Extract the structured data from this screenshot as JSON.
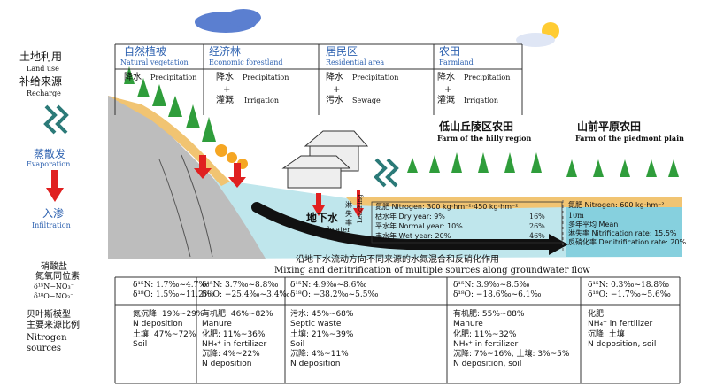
{
  "left_labels": {
    "land_use_zh": "土地利用",
    "land_use_en": "Land use",
    "recharge_zh": "补给来源",
    "recharge_en": "Recharge",
    "evaporation_zh": "蒸散发",
    "evaporation_en": "Evaporation",
    "infiltration_zh": "入渗",
    "infiltration_en": "Infiltration",
    "isotope_zh1": "硝酸盐",
    "isotope_zh2": "氮氧同位素",
    "isotope_n": "δ¹⁵N−NO₃⁻",
    "isotope_o": "δ¹⁸O−NO₃⁻",
    "bayes_zh1": "贝叶斯模型",
    "bayes_zh2": "主要来源比例",
    "bayes_en1": "Nitrogen",
    "bayes_en2": "sources"
  },
  "land_use": [
    {
      "zh": "自然植被",
      "en": "Natural vegetation",
      "r1_zh": "降水",
      "r1_en": "Precipitation",
      "plus": "",
      "r2_zh": "",
      "r2_en": ""
    },
    {
      "zh": "经济林",
      "en": "Economic forestland",
      "r1_zh": "降水",
      "r1_en": "Precipitation",
      "plus": "+",
      "r2_zh": "灌溉",
      "r2_en": "Irrigation"
    },
    {
      "zh": "居民区",
      "en": "Residential area",
      "r1_zh": "降水",
      "r1_en": "Precipitation",
      "plus": "+",
      "r2_zh": "污水",
      "r2_en": "Sewage"
    },
    {
      "zh": "农田",
      "en": "Farmland",
      "r1_zh": "降水",
      "r1_en": "Precipitation",
      "plus": "+",
      "r2_zh": "灌溉",
      "r2_en": "Irrigation"
    }
  ],
  "hilly_farm": {
    "zh": "低山丘陵区农田",
    "en": "Farm of the hilly region"
  },
  "piedmont_farm": {
    "zh": "山前平原农田",
    "en": "Farm of the piedmont plain"
  },
  "groundwater": {
    "zh": "地下水",
    "en": "Groundwater"
  },
  "leaching": {
    "zh1": "淋",
    "zh2": "失",
    "zh3": "率",
    "en": "Leaching"
  },
  "hilly_stats": {
    "nitrogen": "氮肥 Nitrogen: 300 kg·hm⁻²·450 kg·hm⁻²",
    "dry": "枯水年 Dry year: 9%",
    "dry_v": "16%",
    "normal": "平水年 Normal year: 10%",
    "normal_v": "26%",
    "wet": "丰水年 Wet year: 20%",
    "wet_v": "46%"
  },
  "piedmont_stats": {
    "nitrogen": "氮肥 Nitrogen: 600 kg·hm⁻²",
    "yr": "10m",
    "mean": "多年平均 Mean",
    "nitri": "淋失率 Nitrification rate: 15.5%",
    "denitri": "反硝化率 Denitrification rate: 20%"
  },
  "flow_caption": {
    "zh": "沿地下水流动方向不同来源的水氮混合和反硝化作用",
    "en": "Mixing and denitrification of multiple sources along groundwater flow"
  },
  "isotope_cells": [
    {
      "n": "δ¹⁵N: 1.7‰~4.7‰",
      "o": "δ¹⁸O: 1.5‰~11.2‰"
    },
    {
      "n": "δ¹⁵N: 3.7‰~8.8‰",
      "o": "δ¹⁸O: −25.4‰~3.4‰"
    },
    {
      "n": "δ¹⁵N: 4.9‰~8.6‰",
      "o": "δ¹⁸O: −38.2‰~5.5‰"
    },
    {
      "n": "δ¹⁵N: 3.9‰~8.5‰",
      "o": "δ¹⁸O: −18.6‰~6.1‰"
    },
    {
      "n": "δ¹⁵N: 0.3‰~18.8‰",
      "o": "δ¹⁸O: −1.7‰~5.6‰"
    }
  ],
  "bayes_cells": [
    [
      "氮沉降: 19%~29%",
      "N deposition",
      "土壤: 47%~72%",
      "Soil"
    ],
    [
      "有机肥: 46%~82%",
      "Manure",
      "化肥: 11%~36%",
      "NH₄⁺ in fertilizer",
      "沉降: 4%~22%",
      "N deposition"
    ],
    [
      "污水: 45%~68%",
      "Septic waste",
      "土壤: 21%~39%",
      "Soil",
      "沉降: 4%~11%",
      "N deposition"
    ],
    [
      "有机肥: 55%~88%",
      "Manure",
      "化肥: 11%~32%",
      "NH₄⁺ in fertilizer",
      "沉降: 7%~16%, 土壤: 3%~5%",
      "N deposition, soil"
    ],
    [
      "化肥",
      "NH₄⁺ in fertilizer",
      "沉降, 土壤",
      "N deposition, soil"
    ]
  ],
  "colors": {
    "water": "#bfe6ec",
    "water_deep": "#7fcfdc",
    "hill": "#b8b8b8",
    "soil": "#f1c472",
    "arrow": "#e02020",
    "blue_text": "#2e62b0"
  }
}
